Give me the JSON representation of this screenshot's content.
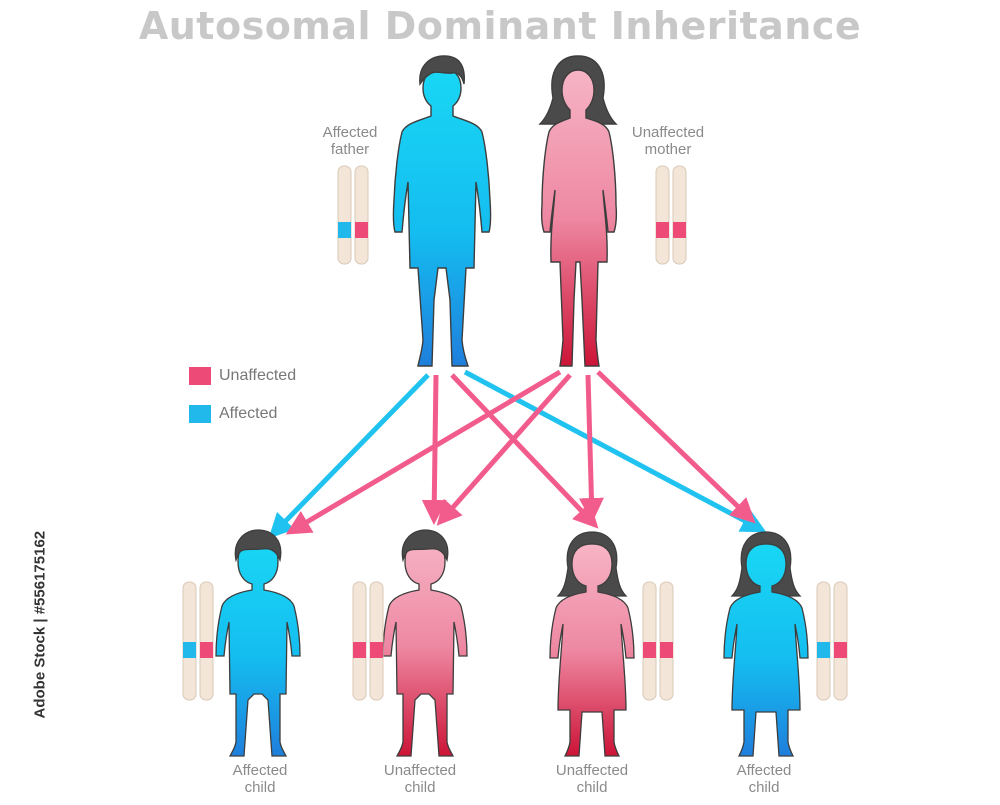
{
  "title": "Autosomal Dominant Inheritance",
  "colors": {
    "affected": "#16c4ef",
    "affected_dark": "#1e8de0",
    "unaffected": "#f2a4b8",
    "unaffected_dark": "#cf1839",
    "allele_affected": "#21b9eb",
    "allele_unaffected": "#ee4a78",
    "arrow_affected": "#20c2ef",
    "arrow_unaffected": "#f25c8c",
    "chromosome": "#f3e6d8"
  },
  "legend": {
    "unaffected_label": "Unaffected",
    "affected_label": "Affected"
  },
  "parents": {
    "father": {
      "line1": "Affected",
      "line2": "father",
      "alleles": [
        "affected",
        "unaffected"
      ]
    },
    "mother": {
      "line1": "Unaffected",
      "line2": "mother",
      "alleles": [
        "unaffected",
        "unaffected"
      ]
    }
  },
  "children": [
    {
      "line1": "Affected",
      "line2": "child",
      "alleles": [
        "affected",
        "unaffected"
      ]
    },
    {
      "line1": "Unaffected",
      "line2": "child",
      "alleles": [
        "unaffected",
        "unaffected"
      ]
    },
    {
      "line1": "Unaffected",
      "line2": "child",
      "alleles": [
        "unaffected",
        "unaffected"
      ]
    },
    {
      "line1": "Affected",
      "line2": "child",
      "alleles": [
        "affected",
        "unaffected"
      ]
    }
  ],
  "credit": "Adobe Stock | #556175162"
}
